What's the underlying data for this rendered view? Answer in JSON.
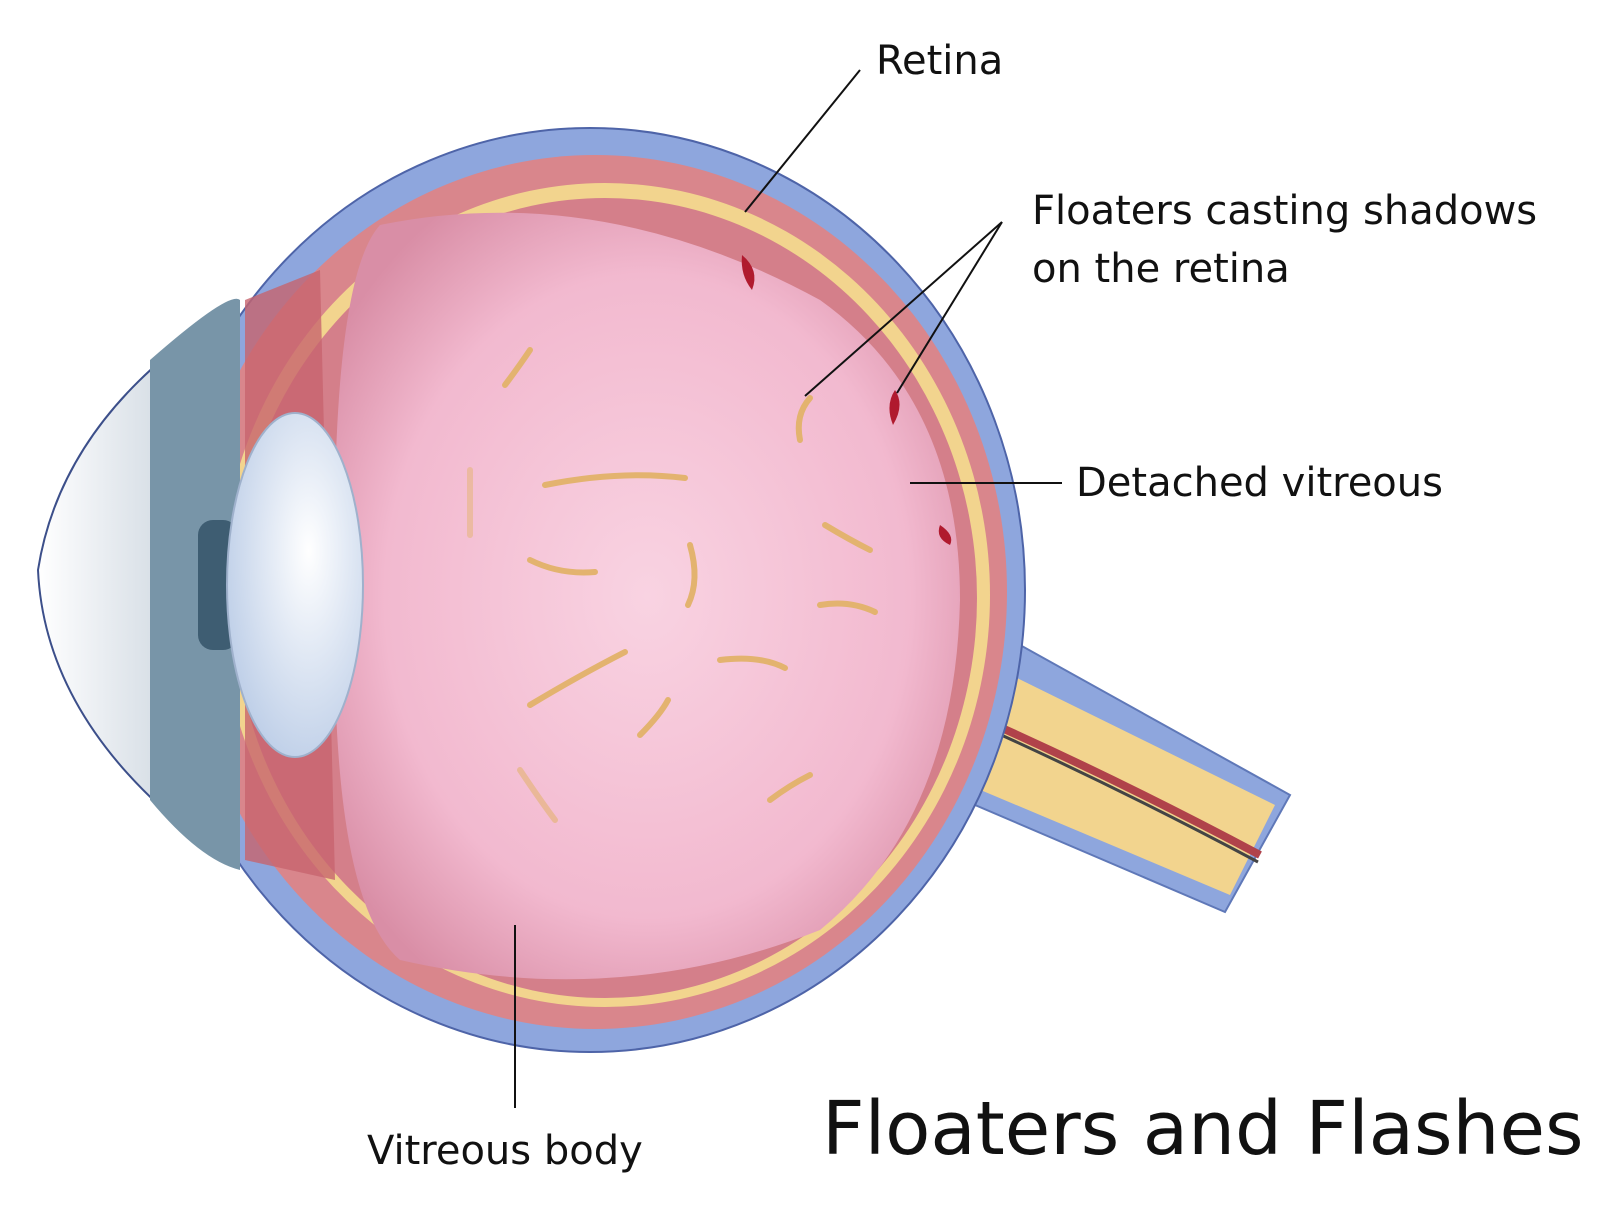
{
  "title": "Floaters and Flashes",
  "labels": {
    "retina": "Retina",
    "floaters_line1": "Floaters casting shadows",
    "floaters_line2": "on the retina",
    "detached": "Detached vitreous",
    "vitreous": "Vitreous body"
  },
  "colors": {
    "sclera": "#8ea6dd",
    "choroid": "#d9868c",
    "retina": "#f2d48e",
    "vitreous": "#f6c3d6",
    "lens": "#dfe8f6",
    "floater": "#e8c07a"
  }
}
